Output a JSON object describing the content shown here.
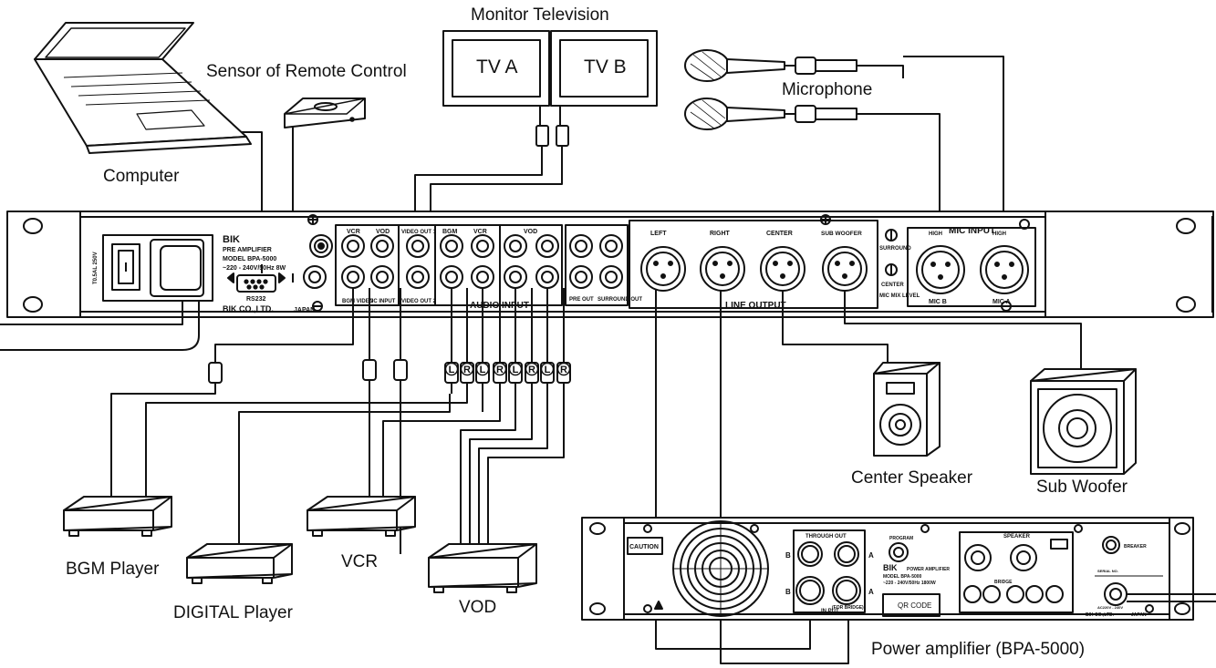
{
  "labels": {
    "monitor_television": "Monitor Television",
    "sensor_remote": "Sensor of Remote Control",
    "microphone": "Microphone",
    "computer": "Computer",
    "center_speaker": "Center Speaker",
    "sub_woofer": "Sub Woofer",
    "bgm_player": "BGM Player",
    "digital_player": "DIGITAL Player",
    "vcr": "VCR",
    "vod": "VOD",
    "power_amplifier": "Power amplifier (BPA-5000)"
  },
  "tv": {
    "a": "TV A",
    "b": "TV B"
  },
  "preamp": {
    "brand": "BIK",
    "model_line1": "PRE AMPLIFIER",
    "model_line2": "MODEL  BPA-5000",
    "rating": "~220 - 240V/50Hz  8W",
    "rs232": "RS232",
    "company": "BIK CO.,LTD.",
    "country": "JAPAN",
    "fuse": "T0.5AL 250V",
    "vcr": "VCR",
    "vod": "VOD",
    "video_out1": "VIDEO OUT 1",
    "video_out2": "VIDEO OUT 2",
    "bgm_video": "BGM VIDEO",
    "nc_input": "NC INPUT",
    "bgm": "BGM",
    "vcr2": "VCR",
    "vod2": "VOD",
    "audio_input": "AUDIO INPUT",
    "pre_out": "PRE OUT",
    "surround_out": "SURROUND OUT",
    "left": "LEFT",
    "right": "RIGHT",
    "center": "CENTER",
    "sub_woofer": "SUB WOOFER",
    "line_output": "LINE OUTPUT",
    "surround": "SURROUND",
    "center_lvl": "CENTER",
    "mic_mix_level": "MIC MIX LEVEL",
    "mic_input": "MIC INPUT",
    "mic_b": "MIC B",
    "mic_a": "MIC A",
    "high": "HIGH"
  },
  "rca_letters": [
    "L",
    "R",
    "L",
    "R",
    "L",
    "R",
    "L",
    "R"
  ],
  "amp": {
    "caution": "CAUTION",
    "through_out": "THROUGH OUT",
    "program": "PROGRAM",
    "speaker": "SPEAKER",
    "breaker": "BREAKER",
    "brand": "BIK",
    "model_title": "POWER AMPLIFIER",
    "model_line": "MODEL  BPA-5000",
    "rating": "~220 - 240V/50Hz  1800W",
    "qr_code": "QR CODE",
    "in_put": "IN PUT",
    "for_bridge": "(FOR BRIDGE)",
    "bridge": "BRIDGE",
    "serial_no": "SERIAL NO.",
    "ac": "AC220V - 240V",
    "company": "BIK CO.,LTD.",
    "country": "JAPAN",
    "mark_b": "B",
    "mark_a": "A"
  }
}
